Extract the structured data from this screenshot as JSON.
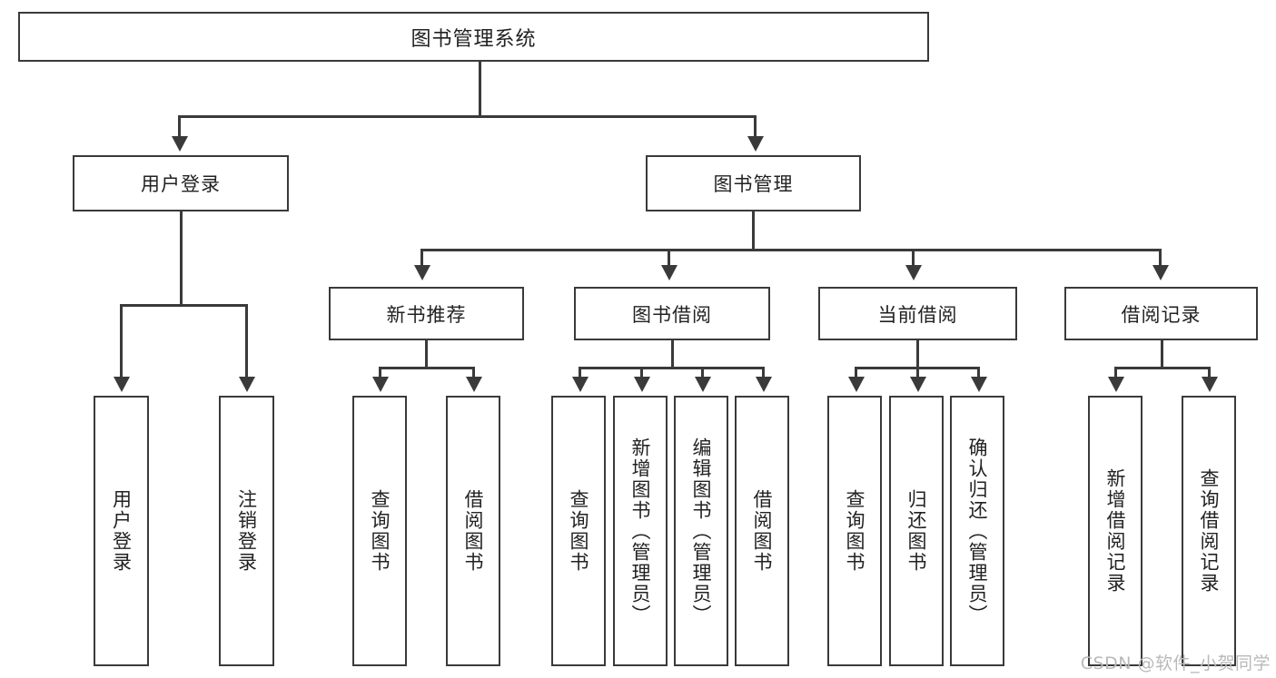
{
  "diagram": {
    "title": "图书管理系统",
    "watermark": "CSDN @软件_小贺同学",
    "colors": {
      "stroke": "#3a3a3a",
      "text": "#222222",
      "background": "#ffffff",
      "watermark": "#b9b9b9"
    },
    "root": {
      "label": "图书管理系统"
    },
    "level2": [
      {
        "label": "用户登录"
      },
      {
        "label": "图书管理"
      }
    ],
    "level3": [
      {
        "label": "新书推荐"
      },
      {
        "label": "图书借阅"
      },
      {
        "label": "当前借阅"
      },
      {
        "label": "借阅记录"
      }
    ],
    "leaves": {
      "user_login": [
        {
          "label": "用户登录"
        },
        {
          "label": "注销登录"
        }
      ],
      "new_book": [
        {
          "label": "查询图书"
        },
        {
          "label": "借阅图书"
        }
      ],
      "book_borrow": [
        {
          "label": "查询图书"
        },
        {
          "label": "新增图书（管理员）"
        },
        {
          "label": "编辑图书（管理员）"
        },
        {
          "label": "借阅图书"
        }
      ],
      "current_borrow": [
        {
          "label": "查询图书"
        },
        {
          "label": "归还图书"
        },
        {
          "label": "确认归还（管理员）"
        }
      ],
      "borrow_record": [
        {
          "label": "新增借阅记录"
        },
        {
          "label": "查询借阅记录"
        }
      ]
    }
  }
}
